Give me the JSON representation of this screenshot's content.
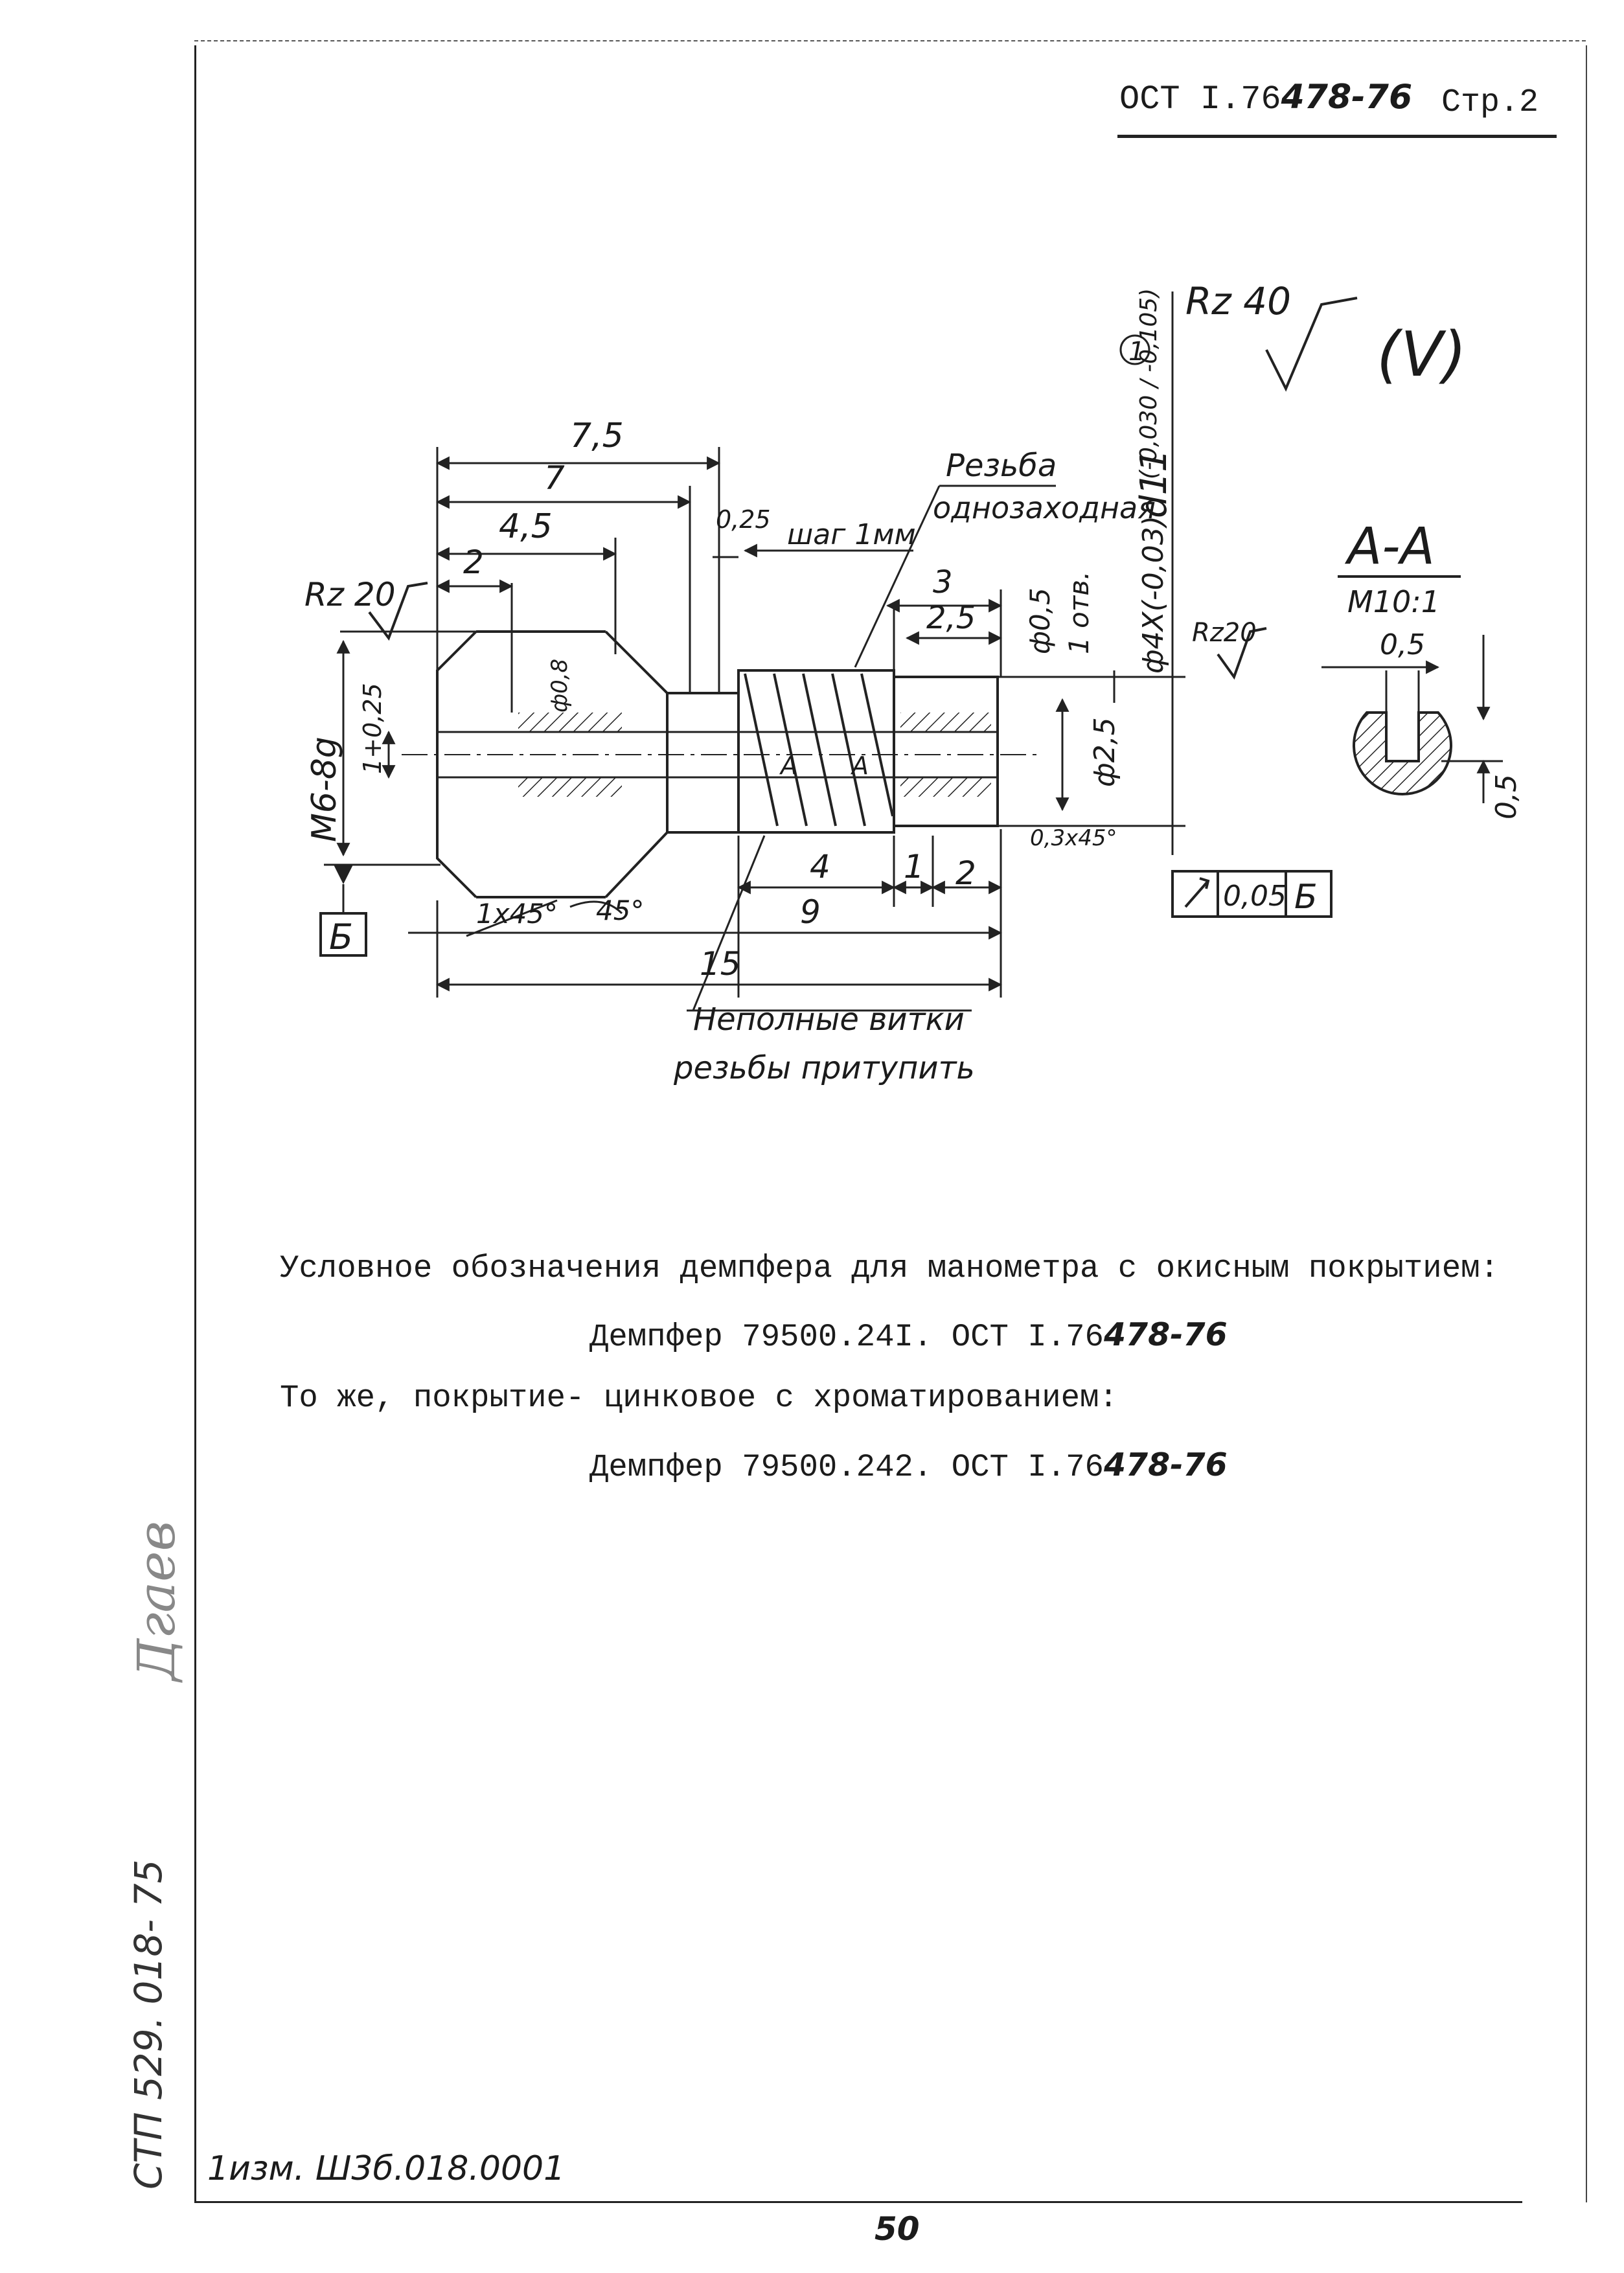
{
  "header": {
    "doc_prefix": "ОСТ I.76",
    "doc_handwritten": "478-76",
    "page_label": "Стр.2"
  },
  "drawing": {
    "roughness_general": "Rz 40",
    "roughness_bracket": "(V)",
    "roughness_left": "Rz 20",
    "roughness_right": "Rz20",
    "dim_overall_length": "7,5",
    "dim_7": "7",
    "dim_4_5": "4,5",
    "dim_2_top": "2",
    "dim_0_25": "0,25",
    "pitch_label": "шаг 1мм",
    "thread_note_line1": "Резьба",
    "thread_note_line2": "однозаходная",
    "dim_3": "3",
    "dim_2_5": "2,5",
    "hole_diameter": "ф0,5",
    "hole_count": "1 отв.",
    "outer_diameter_tol": "ф4Х(-0,03)",
    "fit_d11": "d11",
    "fit_tolerance": "(-0,030 / -0,105)",
    "circled_mark": "1",
    "thread_m6": "М6-8g",
    "bore_1": "1+0,25",
    "bore_0_8": "ф0,8",
    "dia_2_5": "ф2,5",
    "chamfer_right": "0,3х45°",
    "dim_4": "4",
    "dim_1": "1",
    "dim_2_bottom": "2",
    "dim_9": "9",
    "dim_15": "15",
    "chamfer_left": "1х45°",
    "angle_45": "45°",
    "section_mark": "А",
    "runout_value": "0,05",
    "datum_letter": "Б",
    "incomplete_note_line1": "Неполные витки",
    "incomplete_note_line2": "резьбы притупить",
    "section_title": "А-А",
    "section_scale": "М10:1",
    "section_dim_top": "0,5",
    "section_dim_side": "0,5"
  },
  "body": {
    "line1": "Условное обозначения демпфера для манометра с окисным покрытием:",
    "line2_prefix": "Демпфер 79500.24I. ОСТ I.76",
    "line2_hand": "478-76",
    "line3": "То же, покрытие- цинковое с хроматированием:",
    "line4_prefix": "Демпфер 79500.242. ОСТ I.76",
    "line4_hand": "478-76"
  },
  "margin": {
    "vertical_code": "СТП 529. 018- 75",
    "signature_text": "Дгаев"
  },
  "footer": {
    "change_note": "1изм. Ш3б.018.0001",
    "page_number": "50"
  }
}
